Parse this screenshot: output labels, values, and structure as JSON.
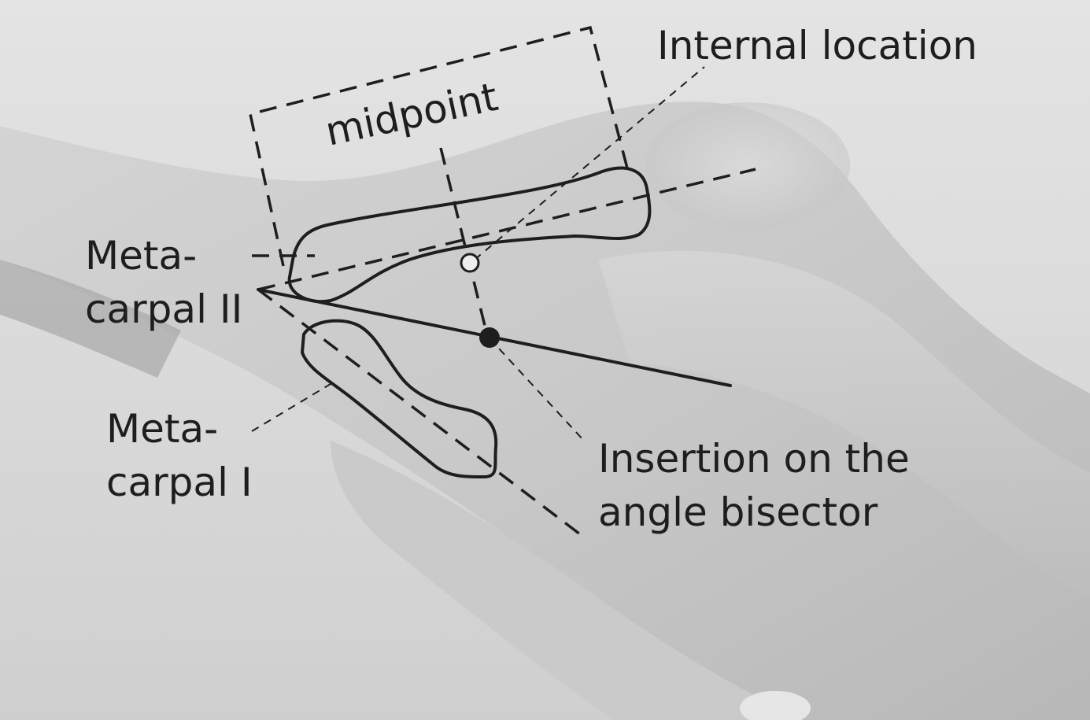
{
  "labels": {
    "internal_location": "Internal location",
    "midpoint": "midpoint",
    "metacarpal_ii_line1": "Meta-",
    "metacarpal_ii_line2": "carpal II",
    "metacarpal_i_line1": "Meta-",
    "metacarpal_i_line2": "carpal I",
    "insertion_line1": "Insertion on the",
    "insertion_line2": "angle bisector"
  },
  "colors": {
    "ink": "#1e1e1e",
    "background": "#dcdcdc",
    "skin_light": "#e9e9e9",
    "skin_shadow": "#b9b9b9"
  }
}
